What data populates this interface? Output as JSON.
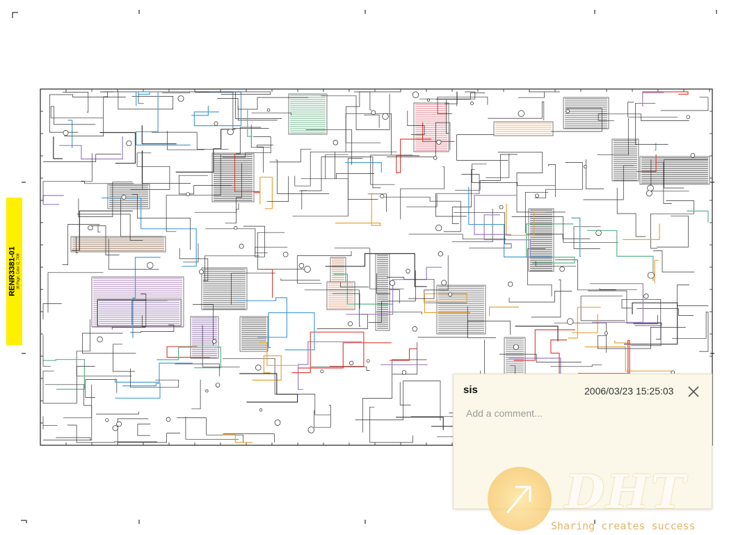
{
  "document": {
    "side_tab": {
      "title": "RENR3381-01",
      "subtitle": "36 Page, Color /2, 7/08"
    }
  },
  "comment": {
    "author": "sis",
    "timestamp": "2006/03/23 15:25:03",
    "input_placeholder": "Add a comment...",
    "close_icon": "close-icon"
  },
  "watermark": {
    "logo": "DHT",
    "tagline": "Sharing creates success",
    "icon": "arrow-circle-icon"
  },
  "colors": {
    "tab_yellow": "#ffef00",
    "comment_bg": "#fbf8e9",
    "wire_colors": [
      "#4a9fd6",
      "#9a7fc0",
      "#e0443a",
      "#e8a33a",
      "#5bb38a",
      "#3b3b3b"
    ]
  }
}
